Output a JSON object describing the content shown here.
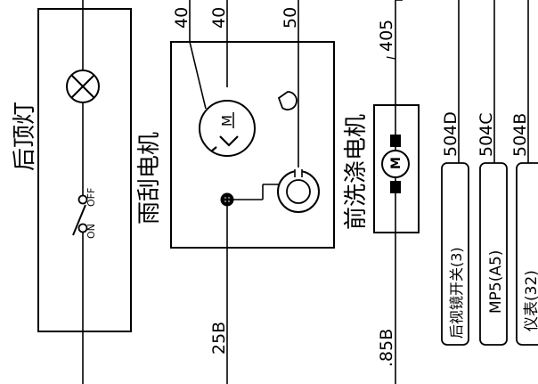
{
  "labels": {
    "rear_dome_lamp": "后顶灯",
    "wiper_motor": "雨刮电机",
    "washer_motor": "前洗涤电机",
    "motor_m": "M",
    "switch_on": "ON",
    "switch_off": "OFF"
  },
  "wires": {
    "w40a": "40",
    "w40b": "40",
    "w50": "50",
    "w405": "405",
    "w25b": "25B",
    "w85b": ".85B",
    "w504d": "504D",
    "w504c": "504C",
    "w504b": "504B"
  },
  "connectors": {
    "mirror_switch": "后视镜开关(3)",
    "mp5": "MP5(A5)",
    "cluster": "仪表(32)"
  }
}
